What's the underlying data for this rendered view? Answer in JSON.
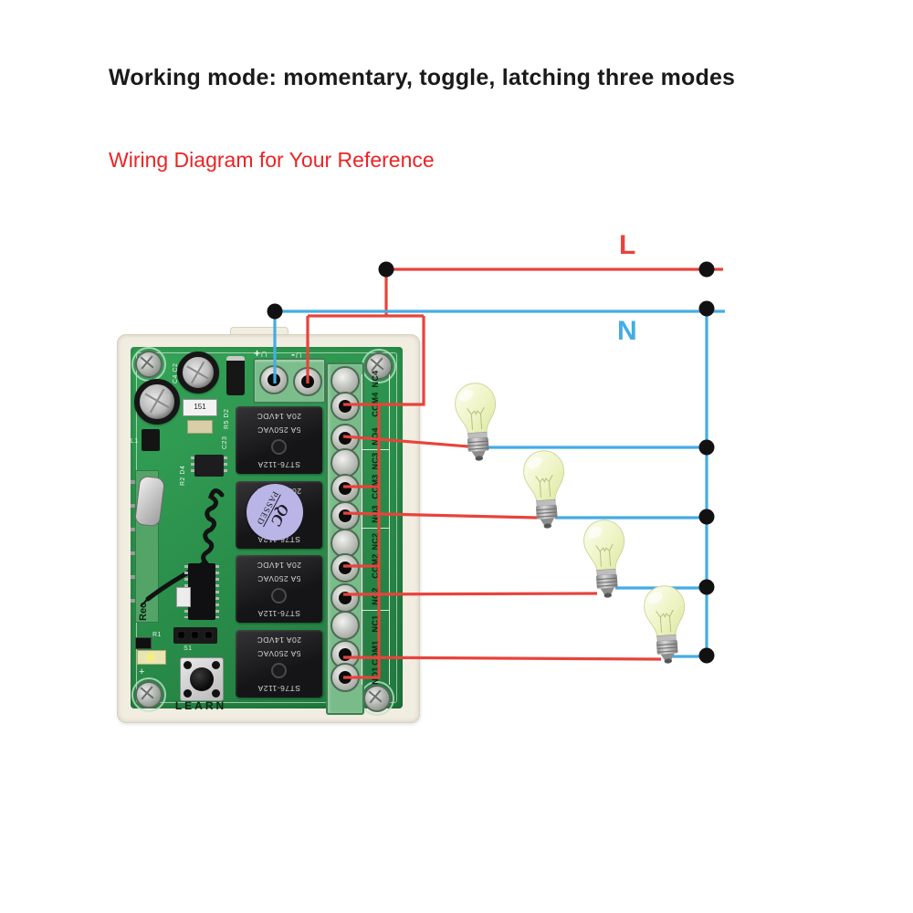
{
  "title": "Working mode: momentary, toggle, latching three modes",
  "subtitle": "Wiring Diagram for Your Reference",
  "wiring": {
    "live_label": "L",
    "neutral_label": "N",
    "live_color": "#e8433c",
    "neutral_color": "#45ace4",
    "junction_color": "#111111"
  },
  "module": {
    "power_terminal": {
      "plus": "+∩",
      "minus": "-∩"
    },
    "terminal_labels": [
      "NC4",
      "COM4",
      "NO4",
      "NC3",
      "COM3",
      "NO3",
      "NC2",
      "COM2",
      "NO2",
      "NC1",
      "COM1",
      "NO1"
    ],
    "relay": {
      "line1": "20A 14VDC",
      "line2": "5A 250VAC",
      "model": "ST76-112A"
    },
    "qc_sticker": {
      "line1": "QC",
      "line2": "PASSED"
    },
    "learn_button_label": "LEARN",
    "receiver_label": "Rec",
    "silkscreen": {
      "c4c2": "C4 C2",
      "r5d2": "R5 D2",
      "c23": "C23",
      "l1": "L1",
      "r2d4": "R2 D4",
      "r151": "151",
      "s1": "S1",
      "r1": "R1",
      "plus": "+"
    }
  },
  "colors": {
    "pcb_green": "#2b914c",
    "enclosure": "#f1ede1",
    "terminal_block_green": "#79bb89",
    "sticker_purple": "#b9b5e6",
    "title_black": "#1a1a1a",
    "subtitle_red": "#ee2222",
    "bulb_glass": "#eef4c4"
  }
}
